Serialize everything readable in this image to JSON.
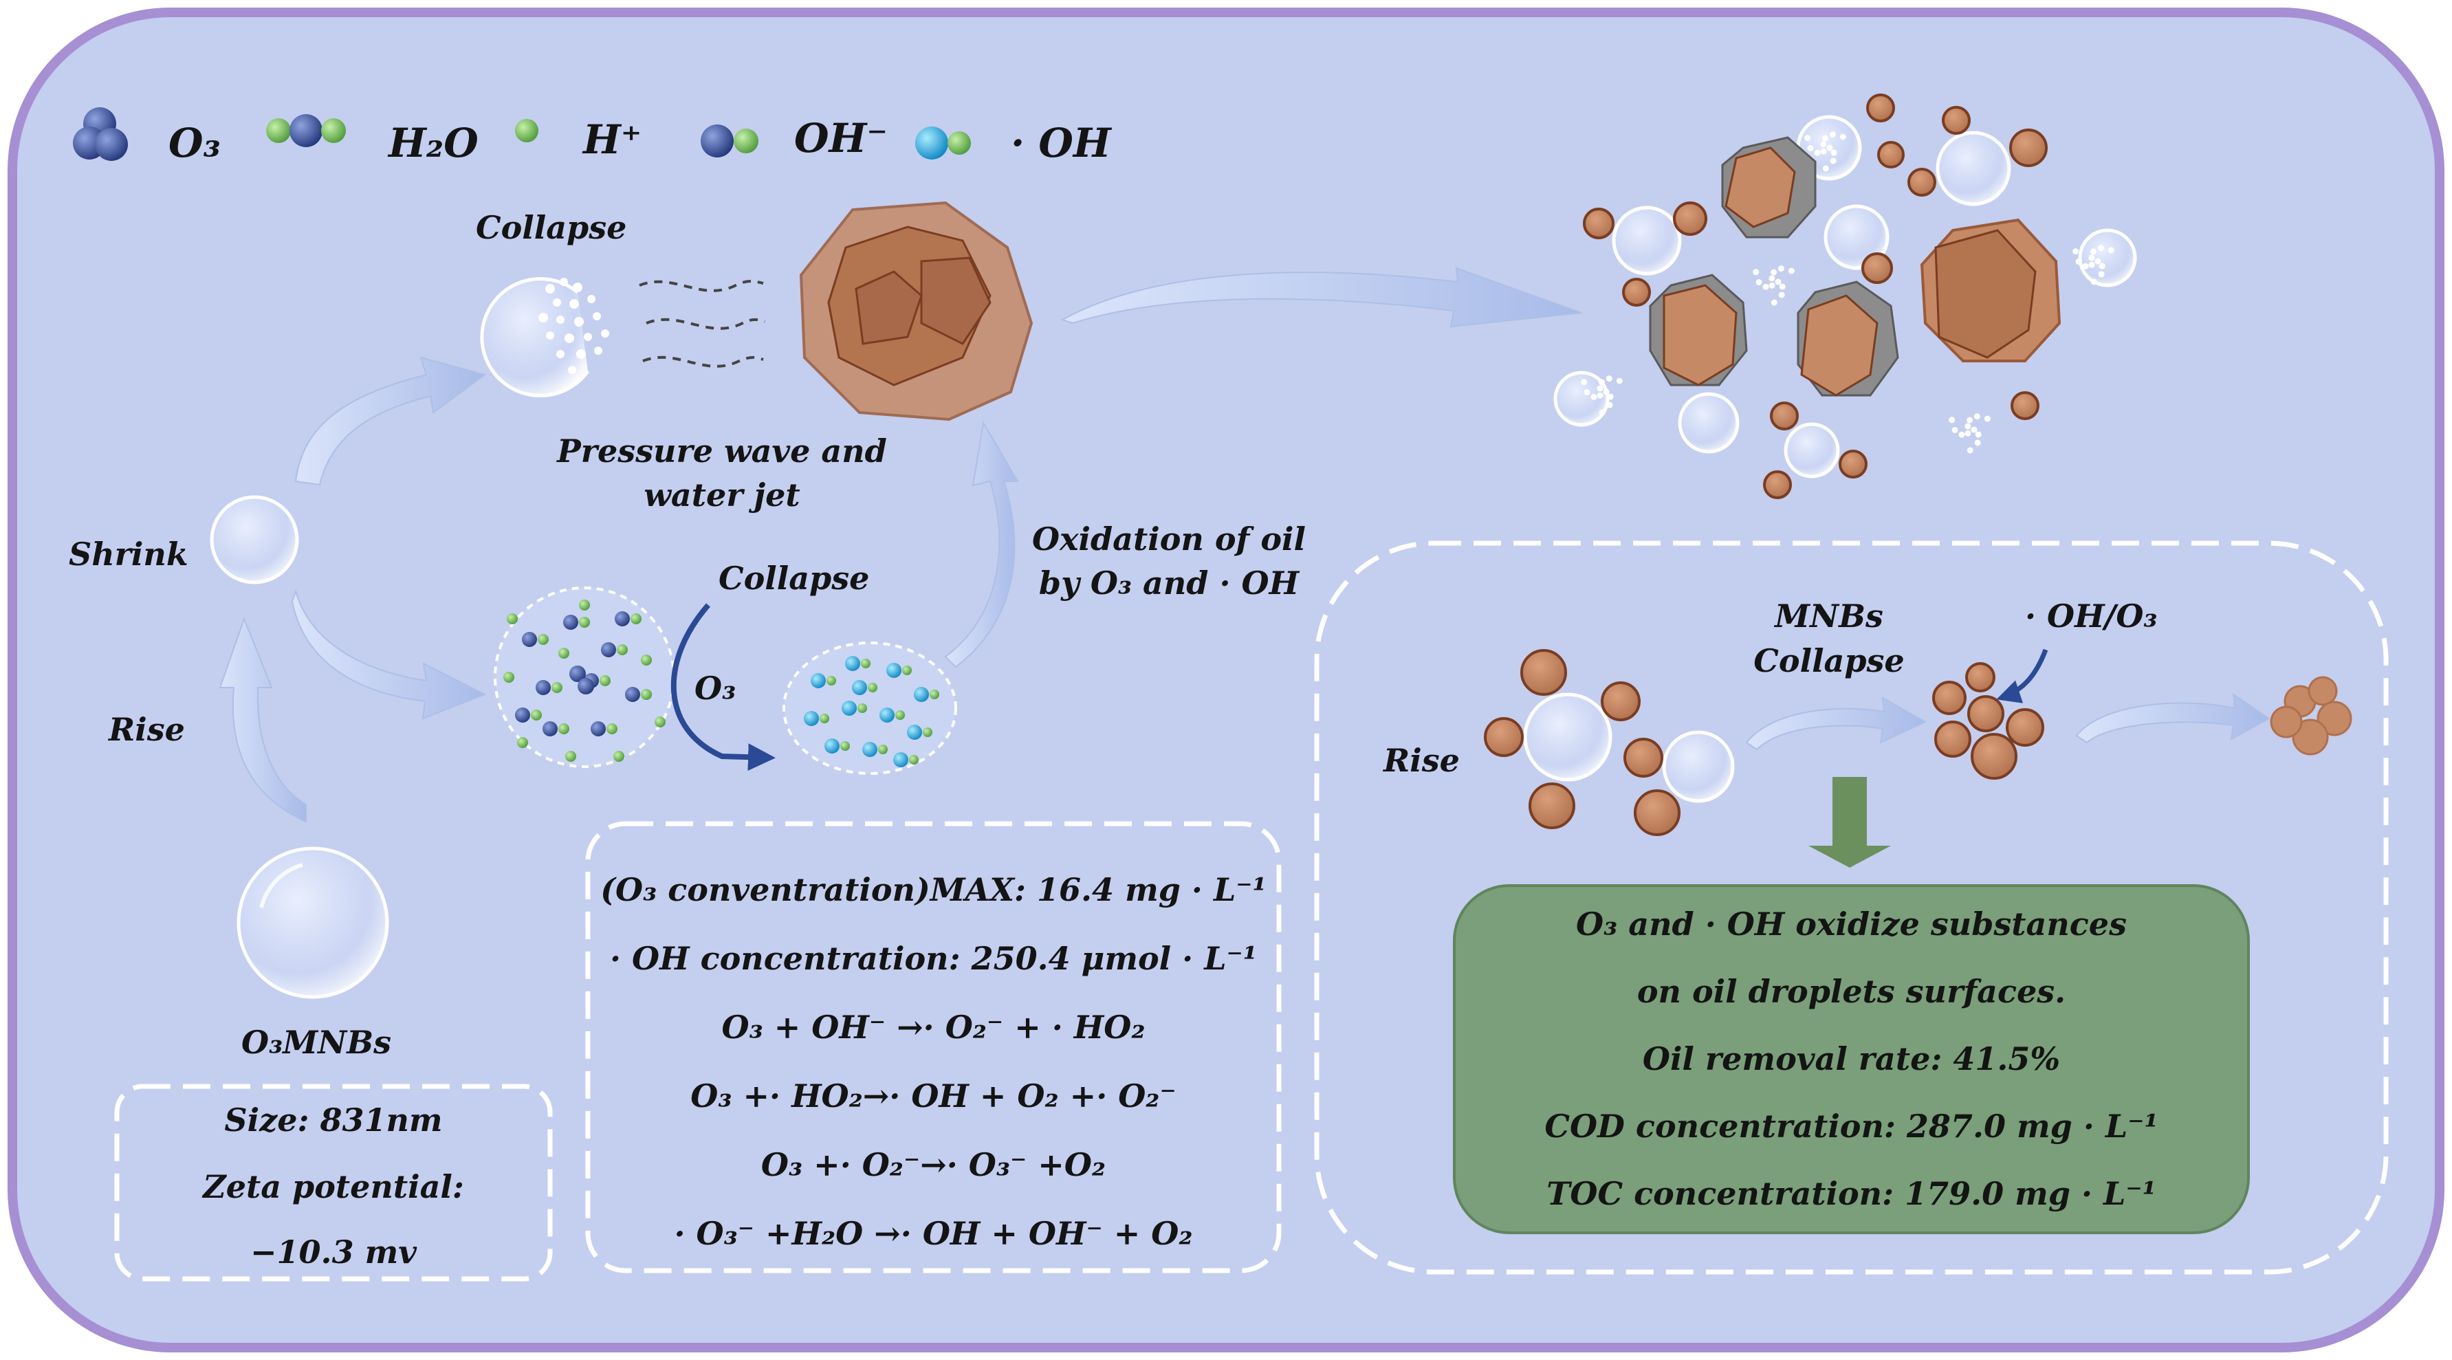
{
  "colors": {
    "background": "#c4ceef",
    "border": "#a68fd3",
    "oil_droplet": "#c68965",
    "oil_edge": "#7a3d22",
    "ozone_ball": "#3a4f98",
    "water_ball": "#7ab95f",
    "hydroxyl_ball": "#1fa8e0",
    "arrow_fill": "#b6c7ec",
    "green_box": "#7a9f7a",
    "green_arrow": "#6c8f5e",
    "dark_arrow": "#2a4a95"
  },
  "legend": {
    "o3": "O₃",
    "h2o": "H₂O",
    "h_plus": "H⁺",
    "oh_minus": "OH⁻",
    "oh_radical": "· OH",
    "icons": [
      "ozone-molecule-icon",
      "water-molecule-icon",
      "hydrogen-ion-icon",
      "hydroxide-ion-icon",
      "hydroxyl-radical-icon"
    ]
  },
  "labels": {
    "collapse_top": "Collapse",
    "pressure_line1": "Pressure wave and",
    "pressure_line2": "water jet",
    "shrink": "Shrink",
    "rise_left": "Rise",
    "o3mnbs": "O₃MNBs",
    "collapse_mid": "Collapse",
    "o3_arrow": "O₃",
    "oxidation_line1": "Oxidation of oil",
    "oxidation_line2": "by O₃ and  · OH"
  },
  "size_box": {
    "size": "Size:  831nm",
    "zeta_label": "Zeta potential:",
    "zeta_value": "−10.3 mv"
  },
  "reaction_box": {
    "lines": [
      "(O₃ conventration)MAX: 16.4 mg · L⁻¹",
      "· OH concentration:  250.4 μmol · L⁻¹",
      "O₃ + OH⁻ →· O₂⁻ + · HO₂",
      "O₃ +· HO₂→· OH + O₂ +· O₂⁻",
      "O₃ +· O₂⁻→· O₃⁻ +O₂",
      "· O₃⁻ +H₂O →· OH + OH⁻ + O₂"
    ]
  },
  "right_panel": {
    "rise": "Rise",
    "mnbs_line1": "MNBs",
    "mnbs_line2": "Collapse",
    "oh_o3": "· OH/O₃"
  },
  "result_box": {
    "lines": [
      "O₃ and  · OH oxidize substances",
      "on oil droplets surfaces.",
      "Oil removal rate:  41.5%",
      "COD concentration:  287.0 mg · L⁻¹",
      "TOC concentration:  179.0 mg · L⁻¹"
    ]
  }
}
